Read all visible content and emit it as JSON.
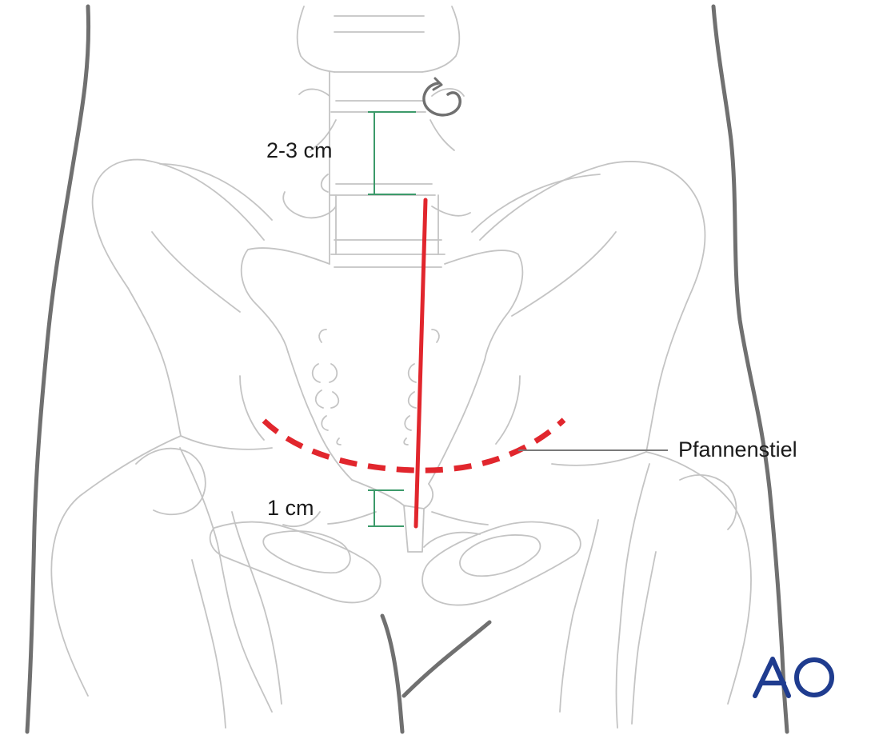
{
  "labels": {
    "vertebra_gap": "2-3 cm",
    "symphysis_gap": "1 cm",
    "incision_name": "Pfannenstiel"
  },
  "logo": {
    "name": "AO"
  },
  "colors": {
    "outline": "#c4c4c4",
    "body_contour": "#707070",
    "incision": "#e1262d",
    "measure": "#3c9a6a",
    "logo": "#1f3c8f"
  }
}
